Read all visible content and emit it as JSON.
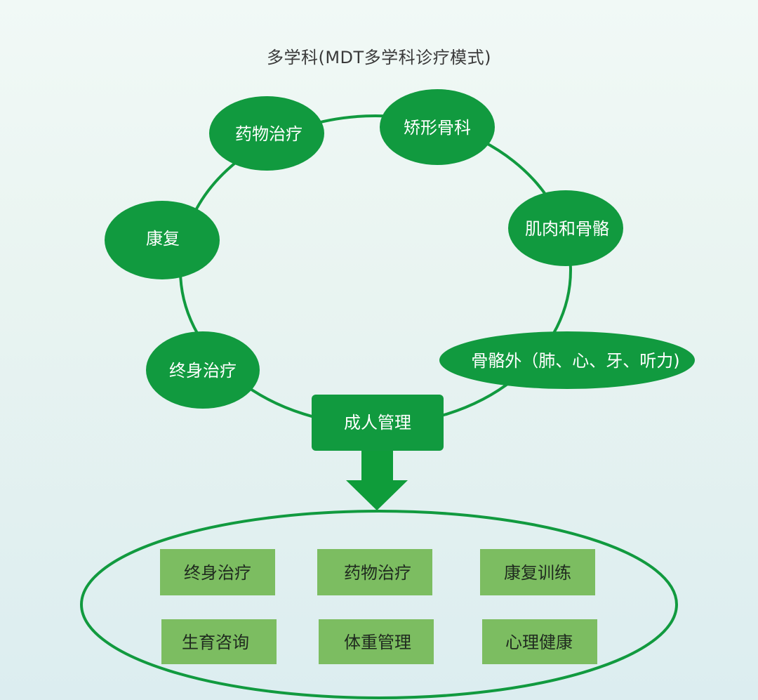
{
  "title": "多学科(MDT多学科诊疗模式)",
  "ring_nodes": [
    {
      "label": "药物治疗"
    },
    {
      "label": "矫形骨科"
    },
    {
      "label": "肌肉和骨骼"
    },
    {
      "label": "骨骼外（肺、心、牙、听力)"
    },
    {
      "label": "康复"
    },
    {
      "label": "终身治疗"
    }
  ],
  "center_box": {
    "label": "成人管理"
  },
  "management_items": [
    {
      "label": "终身治疗"
    },
    {
      "label": "药物治疗"
    },
    {
      "label": "康复训练"
    },
    {
      "label": "生育咨询"
    },
    {
      "label": "体重管理"
    },
    {
      "label": "心理健康"
    }
  ],
  "colors": {
    "primary_green": "#119a3f",
    "light_green": "#7cbd61",
    "ring_stroke": "#119a3f",
    "arrow": "#0f9c3a"
  }
}
